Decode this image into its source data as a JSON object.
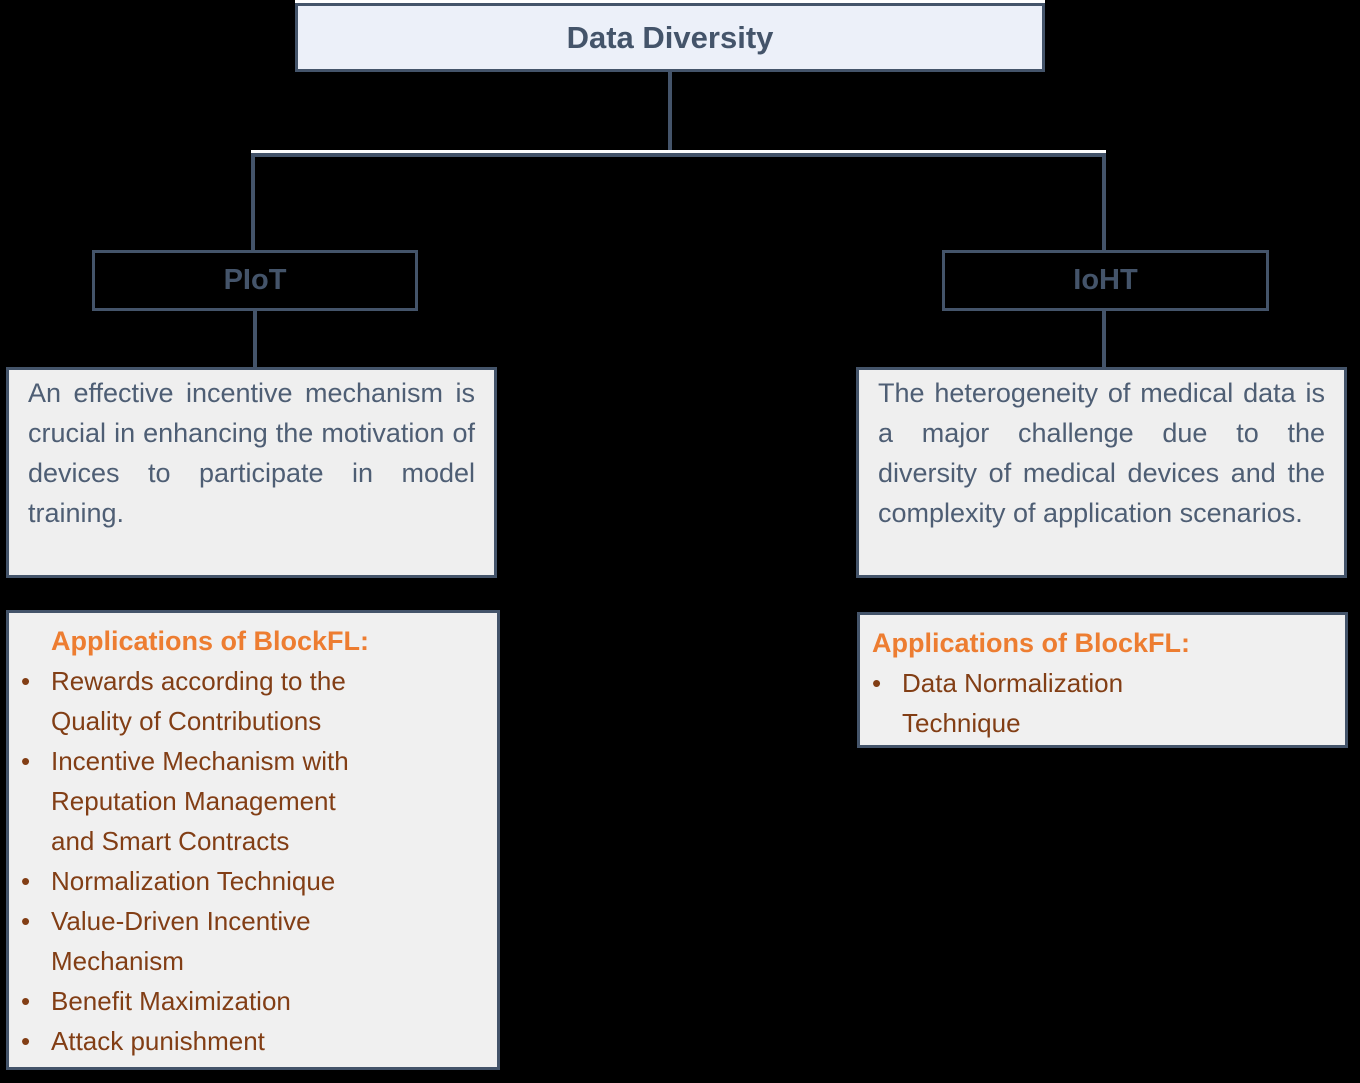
{
  "diagram": {
    "root": {
      "label": "Data Diversity"
    },
    "branches": {
      "piot": {
        "label": "PIoT",
        "description": "An effective incentive mechanism is crucial in enhancing the motivation of devices to participate in model training.",
        "applications": {
          "header": "Applications of BlockFL:",
          "items": [
            "Rewards according to the Quality of Contributions",
            "Incentive Mechanism with Reputation Management and Smart Contracts",
            "Normalization Technique",
            "Value-Driven Incentive Mechanism",
            "Benefit Maximization",
            "Attack punishment"
          ]
        }
      },
      "ioht": {
        "label": "IoHT",
        "description": "The heterogeneity of medical data is a major challenge due to the diversity of medical devices and the complexity of application scenarios.",
        "applications": {
          "header": "Applications of BlockFL:",
          "items": [
            "Data Normalization Technique"
          ]
        }
      }
    },
    "bullet_glyph": "•",
    "colors": {
      "background": "#000000",
      "line": "#44546A",
      "root_fill": "#ECF0F9",
      "panel_fill": "#EFEFEF",
      "heading_text": "#44546A",
      "body_text": "#4E5E74",
      "accent_orange": "#ED7D31",
      "accent_brown": "#823E15",
      "highlight_line": "#FFFFFF"
    }
  }
}
